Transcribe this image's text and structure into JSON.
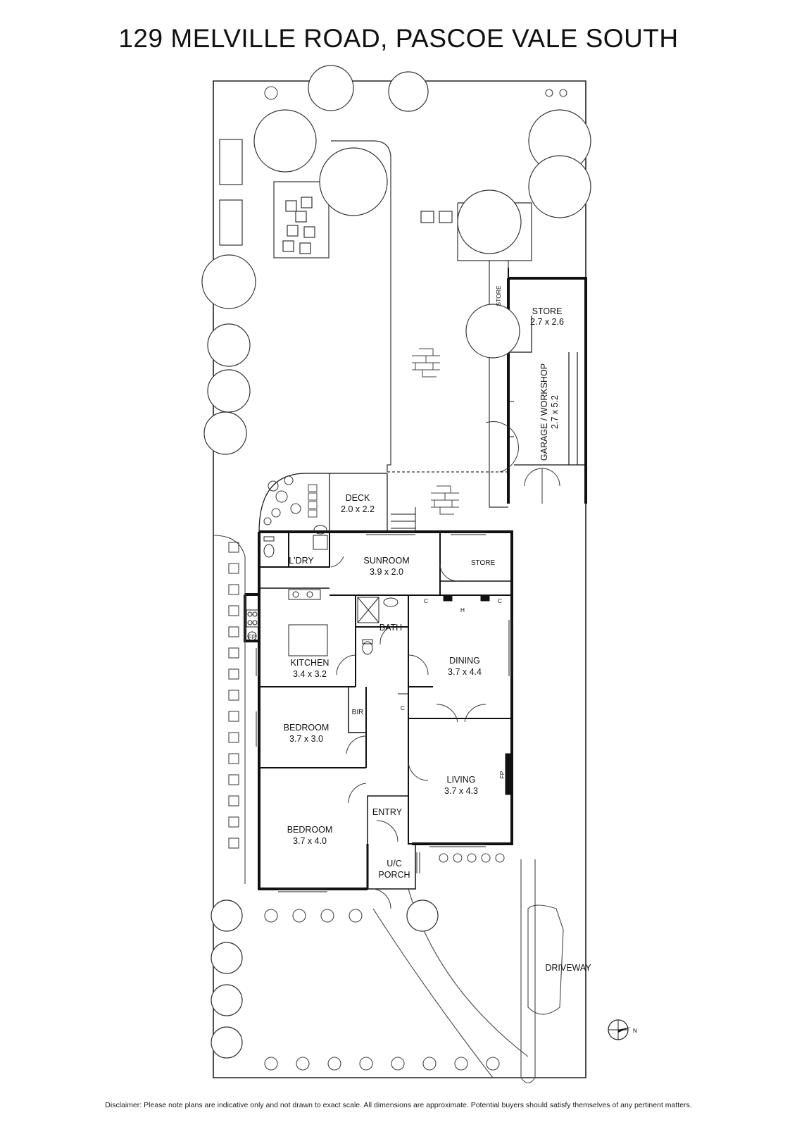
{
  "title": "129 MELVILLE ROAD, PASCOE VALE SOUTH",
  "disclaimer": "Disclaimer: Please note plans are indicative only and not drawn to exact scale. All dimensions are approximate. Potential buyers should satisfy themselves of any pertinent matters.",
  "rooms": {
    "store_top": {
      "name": "STORE",
      "dims": "2.7 x 2.6"
    },
    "garage": {
      "name": "GARAGE / WORKSHOP",
      "dims": "2.7 x 5.2"
    },
    "store_small": {
      "name": "STORE"
    },
    "deck": {
      "name": "DECK",
      "dims": "2.0 x 2.2"
    },
    "laundry": {
      "name": "L'DRY"
    },
    "sunroom": {
      "name": "SUNROOM",
      "dims": "3.9 x 2.0"
    },
    "store_mid": {
      "name": "STORE"
    },
    "kitchen": {
      "name": "KITCHEN",
      "dims": "3.4 x 3.2"
    },
    "bath": {
      "name": "BATH"
    },
    "dining": {
      "name": "DINING",
      "dims": "3.7 x 4.4"
    },
    "bedroom1": {
      "name": "BEDROOM",
      "dims": "3.7 x 3.0"
    },
    "bir": {
      "name": "BIR"
    },
    "living": {
      "name": "LIVING",
      "dims": "3.7 x 4.3"
    },
    "entry": {
      "name": "ENTRY"
    },
    "bedroom2": {
      "name": "BEDROOM",
      "dims": "3.7 x 4.0"
    },
    "porch": {
      "line1": "U/C",
      "line2": "PORCH"
    },
    "driveway": {
      "name": "DRIVEWAY"
    }
  },
  "fixtures": {
    "fp": "FP",
    "cupboard": "C",
    "heater": "H"
  },
  "compass": {
    "north": "N"
  }
}
